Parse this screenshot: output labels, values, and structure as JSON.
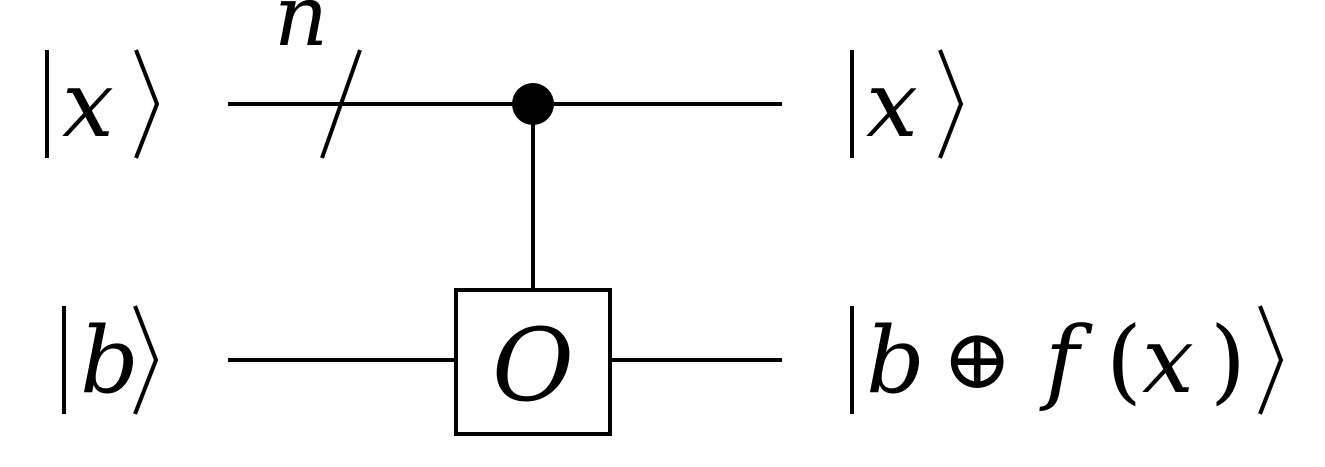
{
  "circuit": {
    "inputs": {
      "top": "x",
      "bottom": "b"
    },
    "outputs": {
      "top": "x",
      "bottom_b": "b",
      "bottom_op": "⊕",
      "bottom_f": "f",
      "bottom_lparen": "(",
      "bottom_x": "x",
      "bottom_rparen": ")"
    },
    "bundle_label": "n",
    "gate_label": "O"
  }
}
